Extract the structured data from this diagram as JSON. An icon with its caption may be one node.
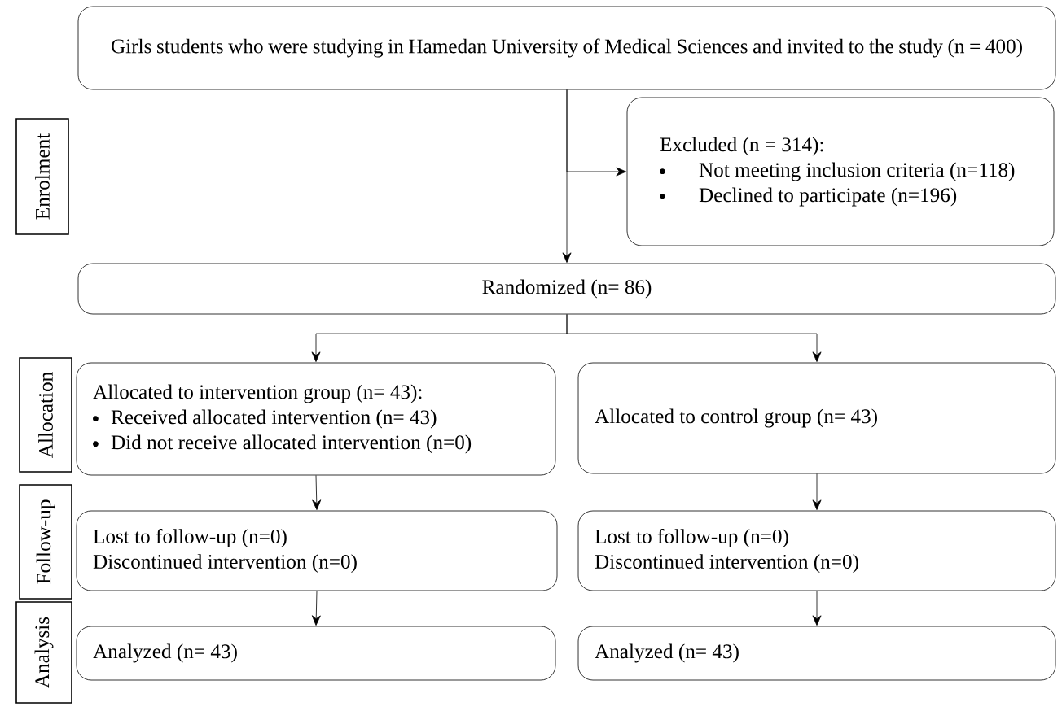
{
  "diagram": {
    "nodes": [
      {
        "text": [
          "Girls students who were studying in Hamedan University of Medical Sciences and invited to the study (n = 400)"
        ]
      },
      {
        "text": [
          "Enrolment"
        ]
      },
      {
        "text": [
          "Excluded (n = 314):",
          "Not meeting inclusion criteria (n=118)",
          "Declined to participate (n=196)"
        ]
      },
      {
        "text": [
          "Randomized (n= 86)"
        ]
      },
      {
        "text": [
          "Allocation"
        ]
      },
      {
        "text": [
          "Allocated to intervention group (n= 43):",
          "Received allocated intervention (n= 43)",
          "Did not receive allocated intervention (n=0)"
        ]
      },
      {
        "text": [
          "Allocated to control group (n= 43)"
        ]
      },
      {
        "text": [
          "Follow-up"
        ]
      },
      {
        "text": [
          "Lost to follow-up (n=0)",
          "Discontinued intervention (n=0)"
        ]
      },
      {
        "text": [
          "Lost to follow-up (n=0)",
          "Discontinued intervention (n=0)"
        ]
      },
      {
        "text": [
          "Analysis"
        ]
      },
      {
        "text": [
          "Analyzed (n= 43)"
        ]
      },
      {
        "text": [
          "Analyzed (n= 43)"
        ]
      }
    ],
    "edges": [
      {
        "from": 0,
        "to": 3,
        "arrow": "to"
      },
      {
        "from": 0,
        "to": 2,
        "arrow": "to"
      },
      {
        "from": 3,
        "to": 5,
        "arrow": "to"
      },
      {
        "from": 3,
        "to": 6,
        "arrow": "to"
      },
      {
        "from": 5,
        "to": 8,
        "arrow": "to"
      },
      {
        "from": 6,
        "to": 9,
        "arrow": "to"
      },
      {
        "from": 8,
        "to": 11,
        "arrow": "to"
      },
      {
        "from": 9,
        "to": 12,
        "arrow": "to"
      }
    ]
  }
}
